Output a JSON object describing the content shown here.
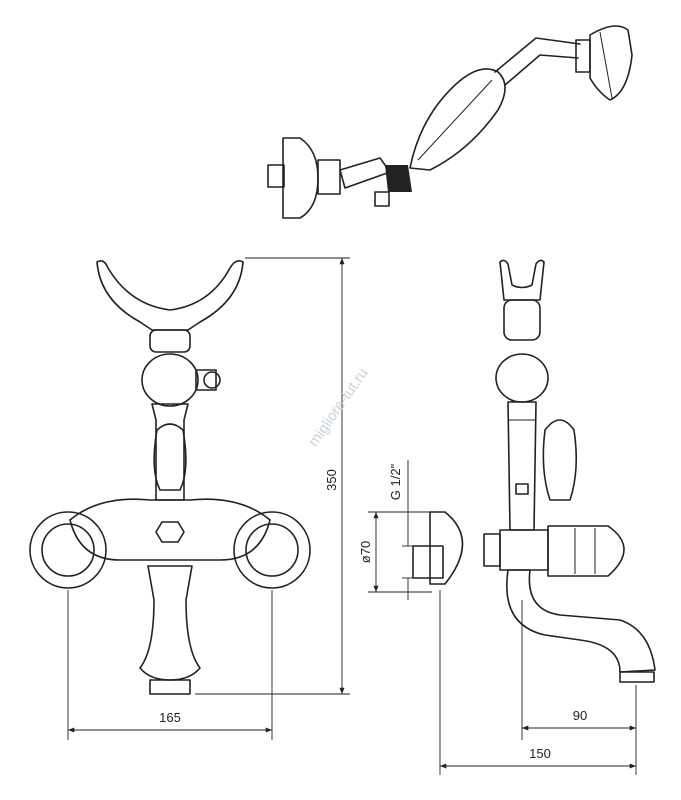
{
  "watermark": "migliore-tut.ru",
  "dimensions": {
    "height": "350",
    "thread": "G 1/2\"",
    "diameter": "ø70",
    "width_front": "165",
    "spout_offset": "90",
    "depth_side": "150"
  },
  "colors": {
    "ink": "#222222",
    "background": "#ffffff",
    "watermark": "#c9d2dc"
  }
}
